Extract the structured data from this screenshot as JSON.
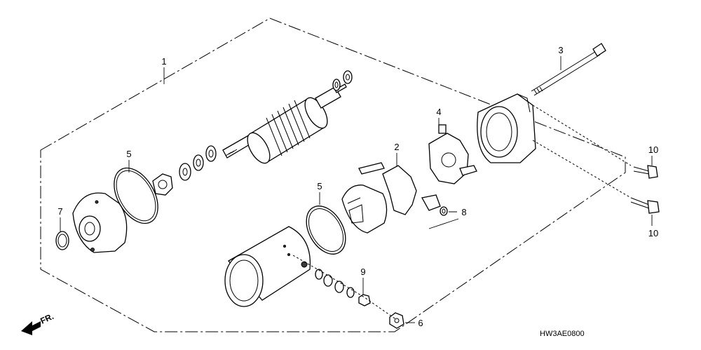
{
  "diagram": {
    "callouts": [
      {
        "id": "c1",
        "label": "1"
      },
      {
        "id": "c2",
        "label": "2"
      },
      {
        "id": "c3",
        "label": "3"
      },
      {
        "id": "c4",
        "label": "4"
      },
      {
        "id": "c5a",
        "label": "5"
      },
      {
        "id": "c5b",
        "label": "5"
      },
      {
        "id": "c6",
        "label": "6"
      },
      {
        "id": "c7",
        "label": "7"
      },
      {
        "id": "c8",
        "label": "8"
      },
      {
        "id": "c9",
        "label": "9"
      },
      {
        "id": "c10a",
        "label": "10"
      },
      {
        "id": "c10b",
        "label": "10"
      }
    ],
    "direction_label": "FR.",
    "reference_code": "HW3AE0800"
  }
}
